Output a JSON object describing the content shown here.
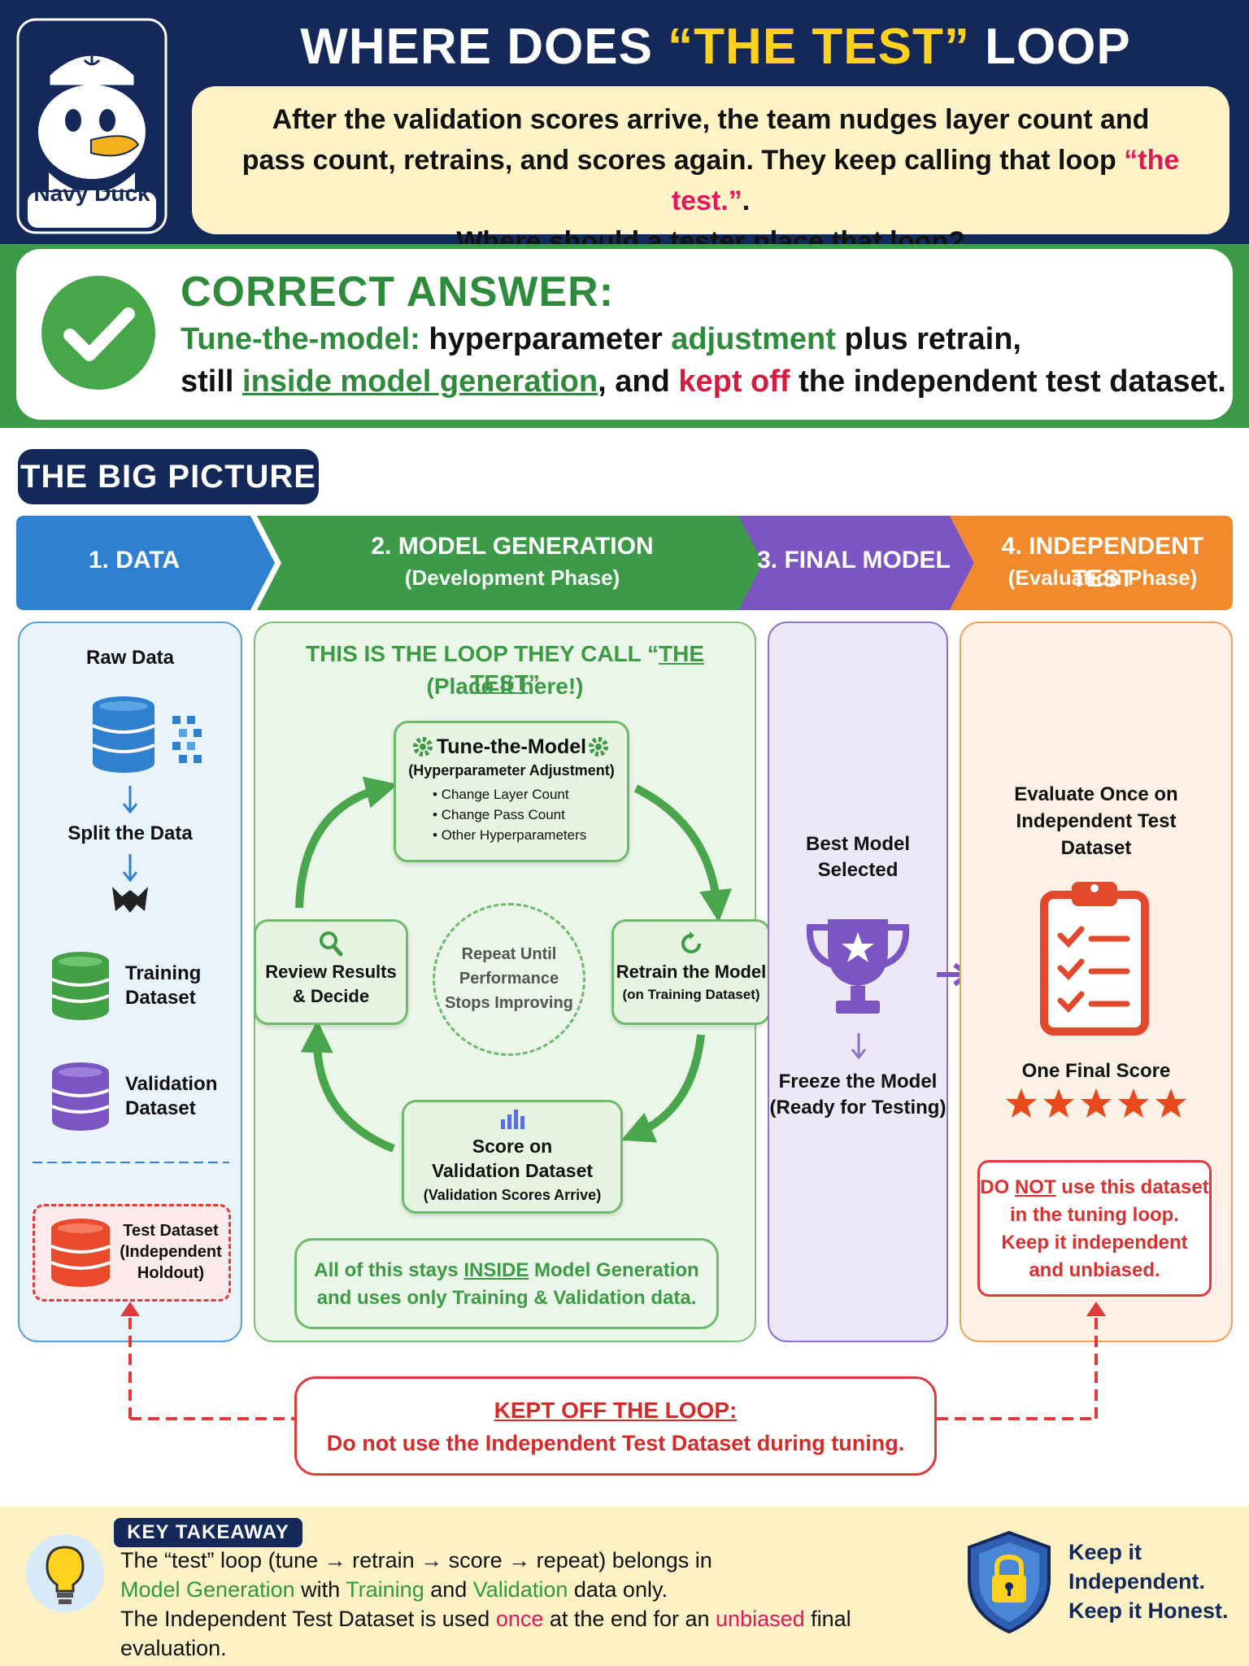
{
  "header": {
    "title_pre": "WHERE DOES ",
    "title_highlight": "“THE TEST”",
    "title_post": " LOOP BELONG?",
    "question_line1": "After the validation scores arrive, the team nudges layer count and",
    "question_line2_pre": "pass count, retrains, and scores again. They keep calling that loop ",
    "question_line2_highlight": "“the test.”",
    "question_line2_post": ".",
    "question_line3": "Where should a tester place that loop?",
    "logo_text": "Navy Duck"
  },
  "answer": {
    "heading": "CORRECT ANSWER:",
    "line1_green": "Tune-the-model:",
    "line1_rest1": " hyperparameter ",
    "line1_green2": "adjustment",
    "line1_rest2": " plus retrain,",
    "line2_pre": "still ",
    "line2_link": "inside model generation",
    "line2_mid": ", and ",
    "line2_red": "kept off",
    "line2_post": " the independent test dataset."
  },
  "big_picture": {
    "label": "THE BIG PICTURE"
  },
  "phases": [
    {
      "title": "1. DATA",
      "subtitle": ""
    },
    {
      "title": "2. MODEL GENERATION",
      "subtitle": "(Development Phase)"
    },
    {
      "title": "3. FINAL MODEL",
      "subtitle": ""
    },
    {
      "title": "4. INDEPENDENT TEST",
      "subtitle": "(Evaluation Phase)"
    }
  ],
  "data_column": {
    "raw_data": "Raw Data",
    "split": "Split the Data",
    "training_l1": "Training",
    "training_l2": "Dataset",
    "validation_l1": "Validation",
    "validation_l2": "Dataset",
    "test_l1": "Test Dataset",
    "test_l2": "(Independent",
    "test_l3": "Holdout)"
  },
  "loop": {
    "title_pre": "THIS IS THE LOOP THEY CALL “",
    "title_link": "THE TEST",
    "title_post": "”",
    "subtitle": "(Place it here!)",
    "tune_title": "Tune-the-Model",
    "tune_sub": "(Hyperparameter Adjustment)",
    "tune_items": [
      "Change Layer Count",
      "Change Pass Count",
      "Other Hyperparameters"
    ],
    "retrain_title": "Retrain the Model",
    "retrain_sub": "(on Training Dataset)",
    "score_l1": "Score on",
    "score_l2": "Validation Dataset",
    "score_sub": "(Validation Scores Arrive)",
    "review_l1": "Review Results",
    "review_l2": "& Decide",
    "repeat_l1": "Repeat Until",
    "repeat_l2": "Performance",
    "repeat_l3": "Stops Improving",
    "stays_pre": "All of this stays ",
    "stays_link": "INSIDE",
    "stays_post": " Model Generation",
    "stays_l2": "and uses only Training & Validation data."
  },
  "final_column": {
    "best_l1": "Best Model",
    "best_l2": "Selected",
    "freeze_l1": "Freeze the Model",
    "freeze_l2": "(Ready for Testing)"
  },
  "test_column": {
    "eval_l1": "Evaluate Once on",
    "eval_l2": "Independent Test",
    "eval_l3": "Dataset",
    "score_label": "One Final Score",
    "stars": 5,
    "warn_pre": "DO ",
    "warn_not": "NOT",
    "warn_post": " use this dataset",
    "warn_l2": "in the tuning loop.",
    "warn_l3": "Keep it independent",
    "warn_l4": "and unbiased."
  },
  "kept_off": {
    "title": "KEPT OFF THE LOOP:",
    "text": "Do not use the Independent Test Dataset during tuning."
  },
  "takeaway": {
    "tag": "KEY TAKEAWAY",
    "l1": "The “test” loop (tune → retrain → score → repeat) belongs in",
    "l2_g1": "Model Generation",
    "l2_m1": " with ",
    "l2_g2": "Training",
    "l2_m2": " and ",
    "l2_g3": "Validation",
    "l2_post": " data only.",
    "l3_pre": "The Independent Test Dataset is used ",
    "l3_once": "once",
    "l3_mid": " at the end for an ",
    "l3_unbiased": "unbiased",
    "l3_post": " final evaluation.",
    "honest_l1": "Keep it",
    "honest_l2": "Independent.",
    "honest_l3": "Keep it Honest."
  },
  "colors": {
    "navy": "#14295a",
    "yellow": "#ffd21f",
    "green": "#3c9a48",
    "blue": "#2f80cf",
    "purple": "#7b55c2",
    "orange": "#f08a2c",
    "red": "#e03a3a",
    "pink": "#e2175c"
  }
}
